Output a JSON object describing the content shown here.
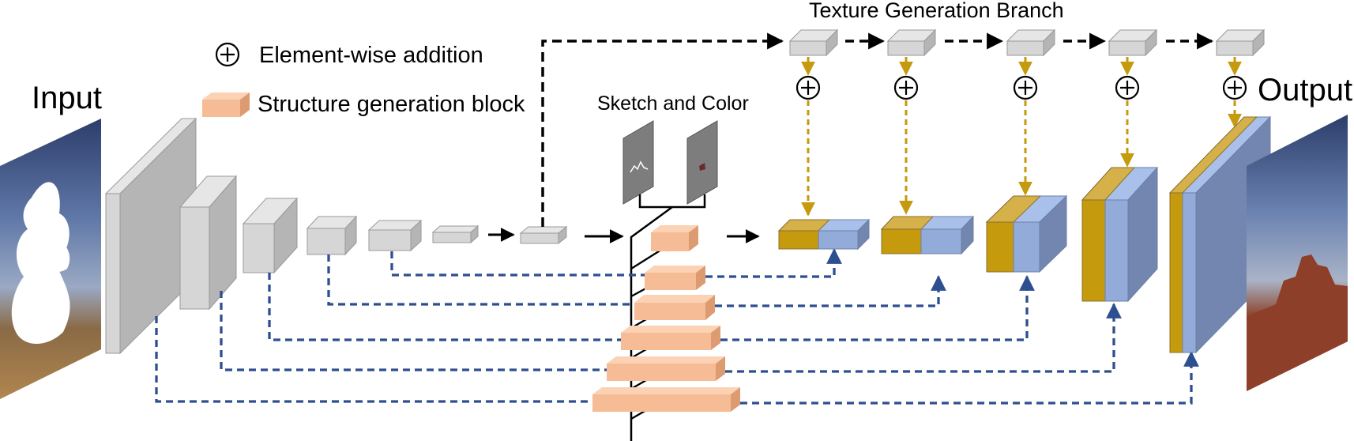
{
  "labels": {
    "input": "Input",
    "output": "Output",
    "sketch_color": "Sketch and Color",
    "texture_branch": "Texture Generation Branch"
  },
  "legend": {
    "addition_symbol": "⊕",
    "addition_label": "Element-wise addition",
    "block_label": "Structure generation block"
  },
  "icons": {
    "addition": "circle-plus-icon"
  },
  "colors": {
    "encoder_gray": "#d6d6d6",
    "structure_orange": "#f6bc95",
    "texture_gold": "#c59a0d",
    "texture_blue": "#93abd9",
    "skip_dashed_blue": "#2e4f8f",
    "texture_dashed_gold": "#c59a0d"
  }
}
